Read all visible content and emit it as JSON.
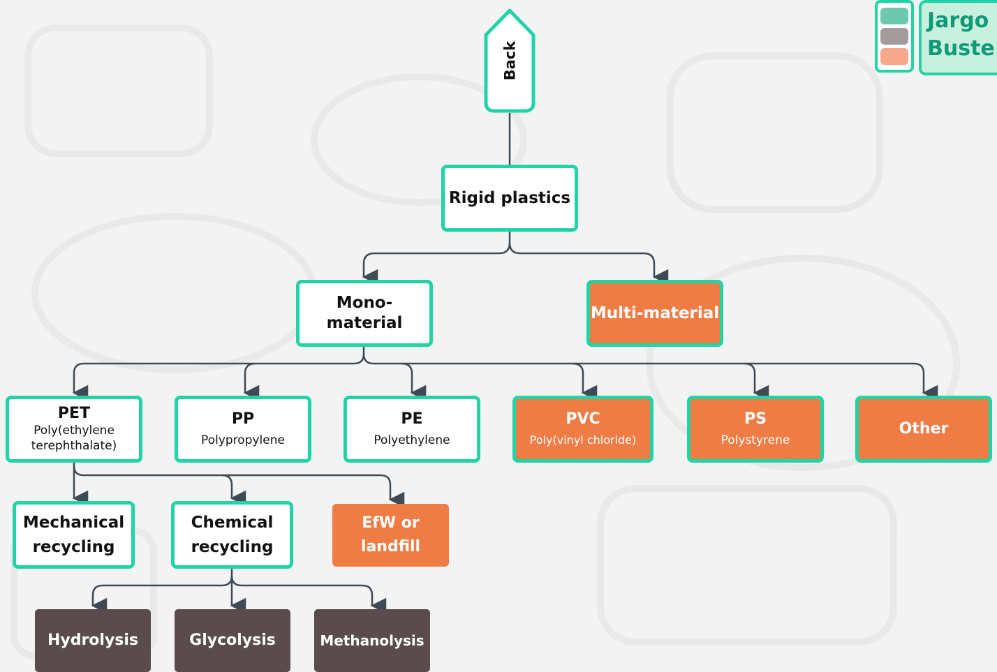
{
  "colors": {
    "accent_border": "#22d3a6",
    "orange": "#f07c45",
    "dark": "#5a4c4c",
    "connector": "#3f4a55"
  },
  "back": {
    "label": "Back"
  },
  "logo": {
    "line1": "Jargo",
    "line2": "Buste",
    "swatch_colors": [
      "#6cc9ad",
      "#a39c9c",
      "#f6a98a"
    ]
  },
  "nodes": {
    "rigid": {
      "title": "Rigid plastics"
    },
    "mono": {
      "title": "Mono-material"
    },
    "multi": {
      "title": "Multi-material"
    },
    "pet": {
      "title": "PET",
      "sub1": "Poly(ethylene",
      "sub2": "terephthalate)"
    },
    "pp": {
      "title": "PP",
      "sub": "Polypropylene"
    },
    "pe": {
      "title": "PE",
      "sub": "Polyethylene"
    },
    "pvc": {
      "title": "PVC",
      "sub": "Poly(vinyl chloride)"
    },
    "ps": {
      "title": "PS",
      "sub": "Polystyrene"
    },
    "other": {
      "title": "Other"
    },
    "mechanical": {
      "line1": "Mechanical",
      "line2": "recycling"
    },
    "chemical": {
      "line1": "Chemical",
      "line2": "recycling"
    },
    "efw": {
      "line1": "EfW or",
      "line2": "landfill"
    },
    "hydrolysis": {
      "title": "Hydrolysis"
    },
    "glycolysis": {
      "title": "Glycolysis"
    },
    "methanolysis": {
      "title": "Methanolysis"
    }
  }
}
